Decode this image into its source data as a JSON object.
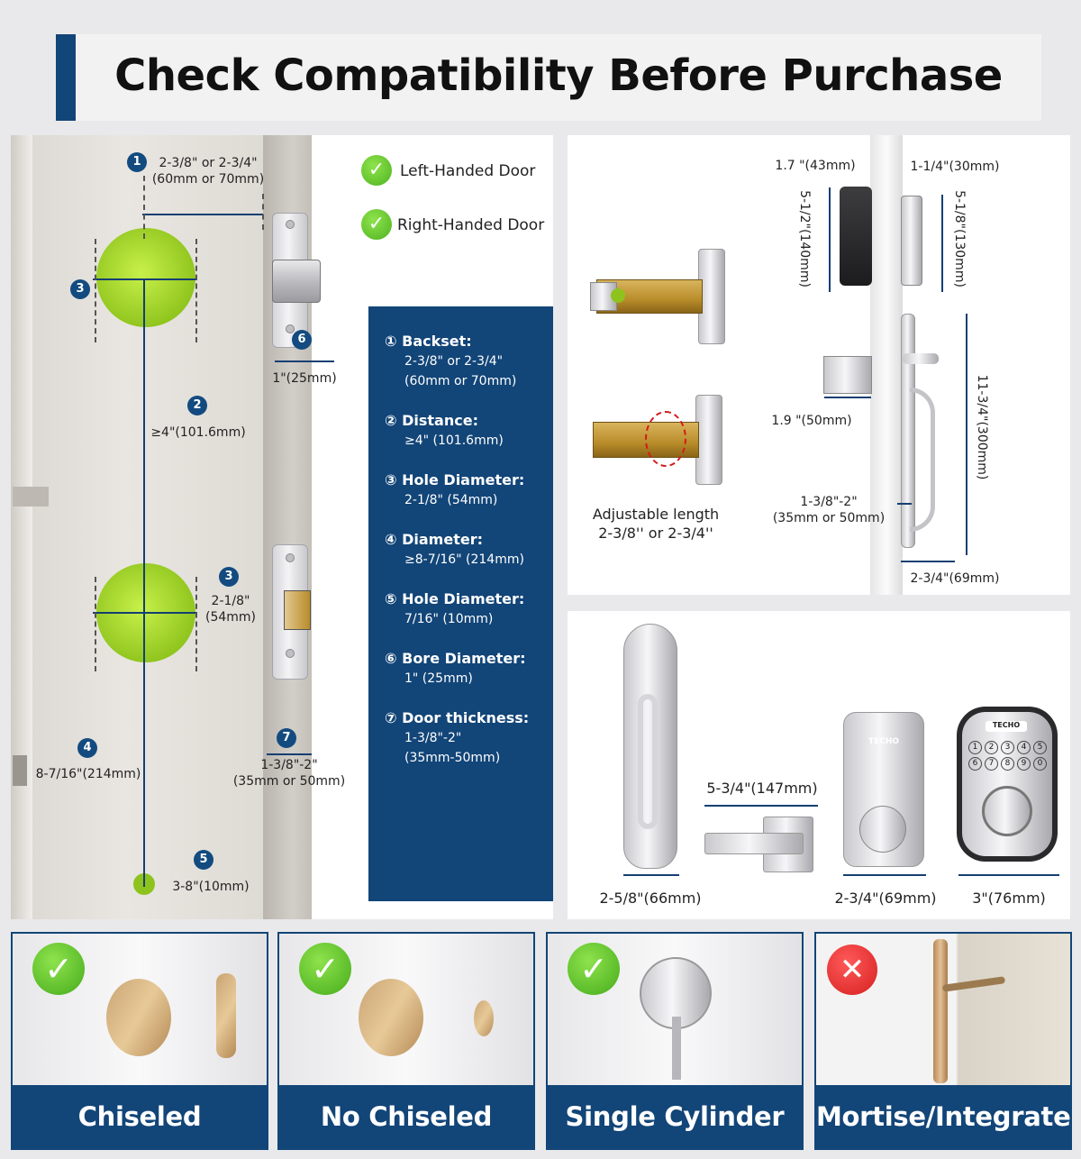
{
  "header": {
    "title": "Check Compatibility Before Purchase"
  },
  "door_diagram": {
    "badges": [
      "1",
      "2",
      "3",
      "3",
      "4",
      "5",
      "6",
      "7"
    ],
    "backset_label": {
      "line1": "2-3/8\" or 2-3/4\"",
      "line2": "(60mm or 70mm)"
    },
    "distance_label": "≥4\"(101.6mm)",
    "hole_label": {
      "line1": "2-1/8\"",
      "line2": "(54mm)"
    },
    "diameter_label": "8-7/16\"(214mm)",
    "small_hole_label": "3-8\"(10mm)",
    "bore_label": "1\"(25mm)",
    "thickness_label": {
      "line1": "1-3/8\"-2\"",
      "line2": "(35mm or 50mm)"
    },
    "handed": [
      "Left-Handed Door",
      "Right-Handed Door"
    ]
  },
  "specs": [
    {
      "title": "① Backset:",
      "lines": [
        "2-3/8\" or 2-3/4\"",
        "(60mm or 70mm)"
      ]
    },
    {
      "title": "② Distance:",
      "lines": [
        "≥4\" (101.6mm)"
      ]
    },
    {
      "title": "③ Hole Diameter:",
      "lines": [
        "2-1/8\" (54mm)"
      ]
    },
    {
      "title": "④ Diameter:",
      "lines": [
        "≥8-7/16\" (214mm)"
      ]
    },
    {
      "title": "⑤ Hole Diameter:",
      "lines": [
        "7/16\" (10mm)"
      ]
    },
    {
      "title": "⑥ Bore Diameter:",
      "lines": [
        "1\" (25mm)"
      ]
    },
    {
      "title": "⑦ Door thickness:",
      "lines": [
        "1-3/8\"-2\"",
        "(35mm-50mm)"
      ]
    }
  ],
  "latch_panel": {
    "caption": {
      "line1": "Adjustable length",
      "line2": "2-3/8'' or 2-3/4''"
    }
  },
  "side_view": {
    "dims": {
      "d1": "1.7 \"(43mm)",
      "d2": "1-1/4\"(30mm)",
      "d3": "5-1/2\"(140mm)",
      "d4": "5-1/8\"(130mm)",
      "d5": "11-3/4\"(300mm)",
      "d6": "1.9 \"(50mm)",
      "d7a": "1-3/8\"-2\"",
      "d7b": "(35mm or 50mm)",
      "d8": "2-3/4\"(69mm)"
    }
  },
  "products": {
    "handle_width": "2-5/8\"(66mm)",
    "lever_length": "5-3/4\"(147mm)",
    "inside_width": "2-3/4\"(69mm)",
    "keypad_width": "3\"(76mm)",
    "brand": "TECHO",
    "keys": [
      "1",
      "2",
      "3",
      "4",
      "5",
      "6",
      "7",
      "8",
      "9",
      "0"
    ]
  },
  "cards": [
    {
      "label": "Chiseled",
      "ok": true
    },
    {
      "label": "No Chiseled",
      "ok": true
    },
    {
      "label": "Single Cylinder",
      "ok": true
    },
    {
      "label": "Mortise/Integrated",
      "ok": false
    }
  ],
  "marks": {
    "check": "✓",
    "cross": "✕"
  },
  "colors": {
    "navy": "#124578",
    "green": "#8dc31c",
    "red": "#d61f1f"
  }
}
